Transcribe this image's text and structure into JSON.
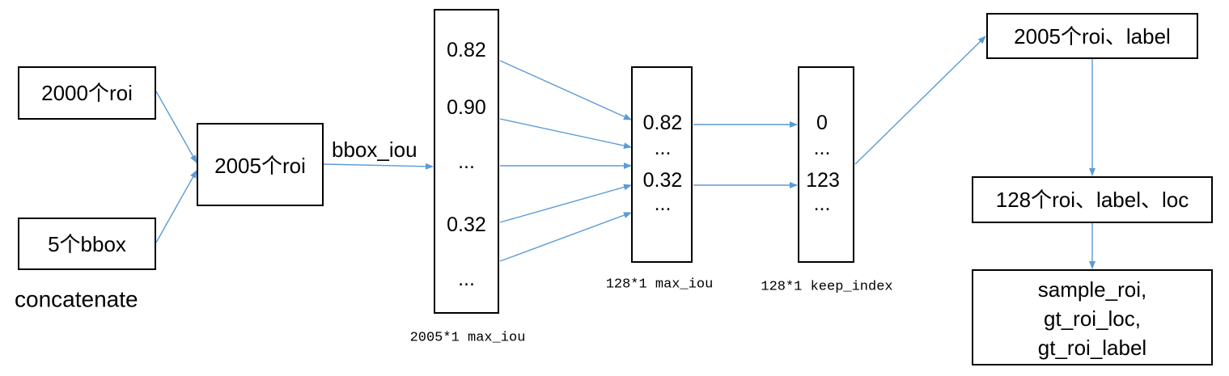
{
  "nodes": {
    "roi_2000": "2000个roi",
    "bbox_5": "5个bbox",
    "concatenate": "concatenate",
    "roi_2005": "2005个roi",
    "bbox_iou": "bbox_iou",
    "iou_column": {
      "values": [
        "0.82",
        "0.90",
        "...",
        "0.32",
        "..."
      ],
      "caption": "2005*1 max_iou"
    },
    "max_iou_column": {
      "values": [
        "0.82",
        "...",
        "0.32",
        "..."
      ],
      "caption": "128*1 max_iou"
    },
    "keep_index_column": {
      "values": [
        "0",
        "...",
        "123",
        "..."
      ],
      "caption": "128*1 keep_index"
    },
    "roi_label_2005": "2005个roi、label",
    "roi_label_loc_128": "128个roi、label、loc",
    "outputs": [
      "sample_roi,",
      "gt_roi_loc,",
      "gt_roi_label"
    ]
  },
  "colors": {
    "arrow": "#5b9bd5",
    "box_border": "#000000"
  }
}
